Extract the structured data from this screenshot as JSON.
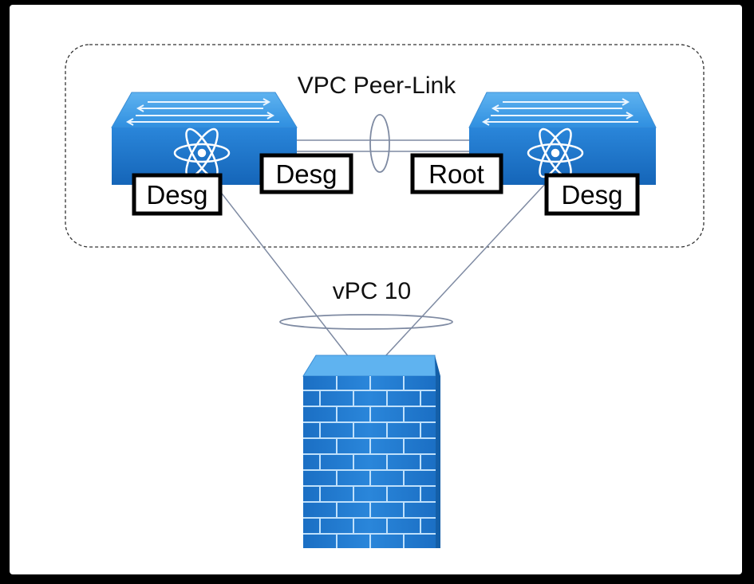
{
  "labels": {
    "peer_link": "VPC Peer-Link",
    "vpc": "vPC 10"
  },
  "ports": {
    "left_switch_edge": "Desg",
    "left_switch_peer": "Desg",
    "right_switch_peer": "Root",
    "right_switch_edge": "Desg"
  },
  "devices": {
    "left_switch_icon": "nexus-switch-icon",
    "right_switch_icon": "nexus-switch-icon",
    "firewall_icon": "firewall-icon"
  },
  "colors": {
    "device_blue_light": "#4aa0e6",
    "device_blue": "#1f7fd6",
    "device_blue_dark": "#145fa8",
    "line": "#7e8aa2"
  }
}
